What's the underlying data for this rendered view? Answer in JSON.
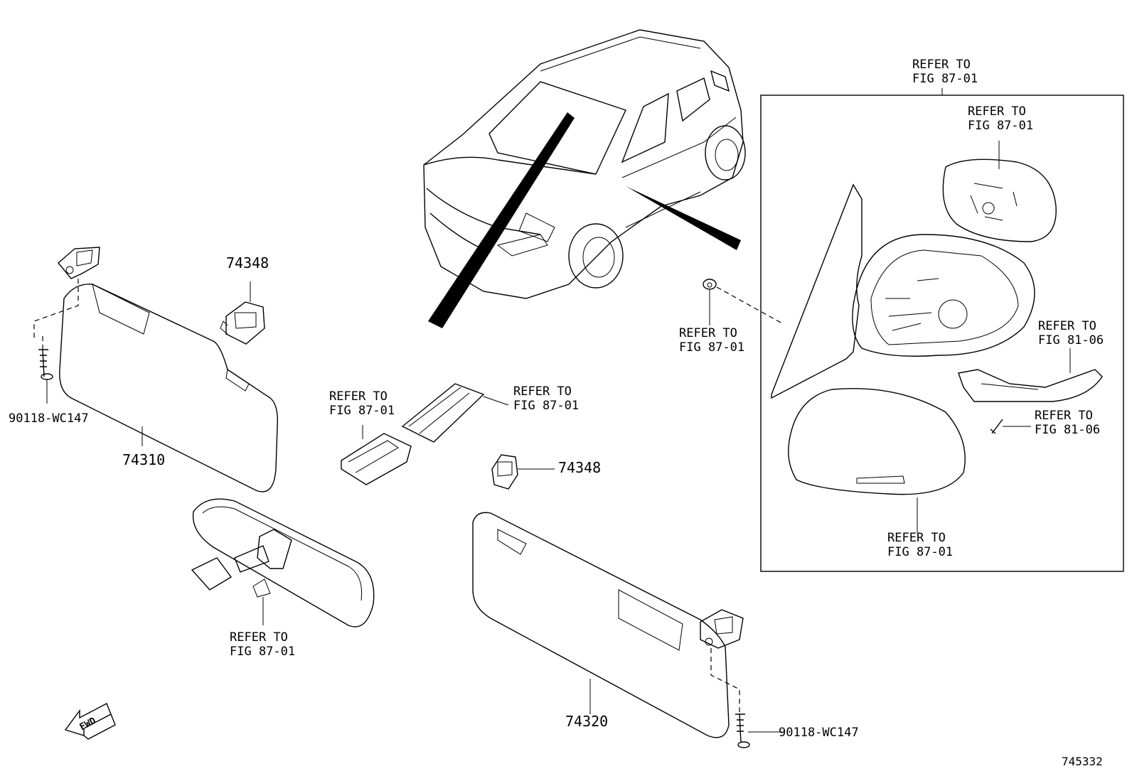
{
  "labels": {
    "top_box_1": "REFER TO",
    "top_box_2": "FIG 87-01",
    "glass_1": "REFER TO",
    "glass_2": "FIG 87-01",
    "clip_1": "REFER TO",
    "clip_2": "FIG 87-01",
    "lamp_1": "REFER TO",
    "lamp_2": "FIG 81-06",
    "screw_lamp_1": "REFER TO",
    "screw_lamp_2": "FIG 81-06",
    "cover_1": "REFER TO",
    "cover_2": "FIG 87-01",
    "trim_left_1": "REFER TO",
    "trim_left_2": "FIG 87-01",
    "trim_right_1": "REFER TO",
    "trim_right_2": "FIG 87-01",
    "inner_mirror_1": "REFER TO",
    "inner_mirror_2": "FIG 87-01",
    "holder_left": "74348",
    "holder_right": "74348",
    "visor_left": "74310",
    "visor_right": "74320",
    "screw_left": "90118-WC147",
    "screw_right": "90118-WC147",
    "fwd": "FWD",
    "figure_number": "745332"
  },
  "icons": {
    "fwd_arrow": "fwd-arrow-icon"
  }
}
